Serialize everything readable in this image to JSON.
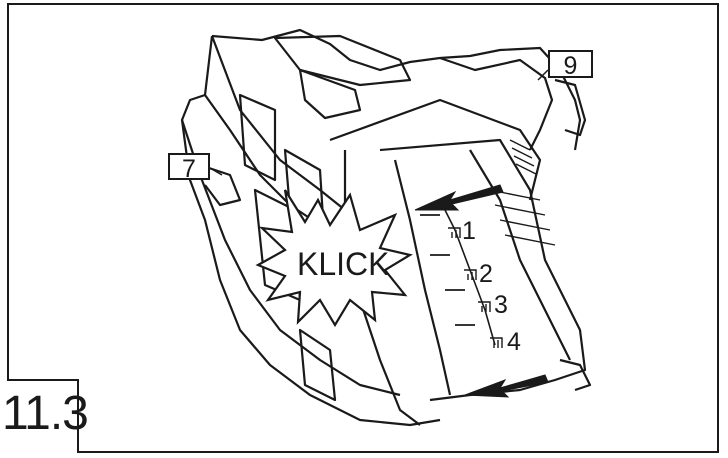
{
  "figure": {
    "number": "11.3",
    "callouts": {
      "part_7": "7",
      "part_9": "9"
    },
    "sound_effect": "KLICK",
    "height_levels": [
      "1",
      "2",
      "3",
      "4"
    ]
  }
}
